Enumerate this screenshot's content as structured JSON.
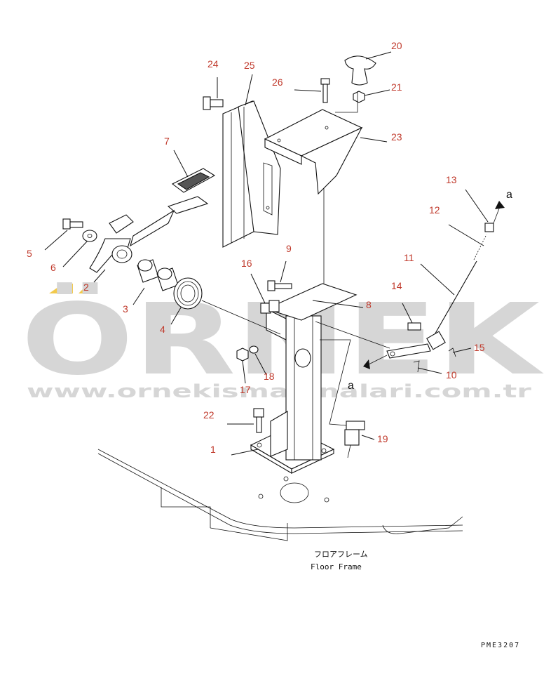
{
  "watermark": {
    "brand": "ÖRNEK",
    "url": "www.ornekismakinalari.com.tr",
    "accent_color": "#f2c94c",
    "text_color": "#d6d6d6"
  },
  "callouts": [
    {
      "id": "1",
      "label": "1"
    },
    {
      "id": "2",
      "label": "2"
    },
    {
      "id": "3",
      "label": "3"
    },
    {
      "id": "4",
      "label": "4"
    },
    {
      "id": "5",
      "label": "5"
    },
    {
      "id": "6",
      "label": "6"
    },
    {
      "id": "7",
      "label": "7"
    },
    {
      "id": "8",
      "label": "8"
    },
    {
      "id": "9",
      "label": "9"
    },
    {
      "id": "10",
      "label": "10"
    },
    {
      "id": "11",
      "label": "11"
    },
    {
      "id": "12",
      "label": "12"
    },
    {
      "id": "13",
      "label": "13"
    },
    {
      "id": "14",
      "label": "14"
    },
    {
      "id": "15",
      "label": "15"
    },
    {
      "id": "16",
      "label": "16"
    },
    {
      "id": "17",
      "label": "17"
    },
    {
      "id": "18",
      "label": "18"
    },
    {
      "id": "19",
      "label": "19"
    },
    {
      "id": "20",
      "label": "20"
    },
    {
      "id": "21",
      "label": "21"
    },
    {
      "id": "22",
      "label": "22"
    },
    {
      "id": "23",
      "label": "23"
    },
    {
      "id": "24",
      "label": "24"
    },
    {
      "id": "25",
      "label": "25"
    },
    {
      "id": "26",
      "label": "26"
    }
  ],
  "connection_marks": [
    "a",
    "a"
  ],
  "floor_frame": {
    "japanese": "フロアフレーム",
    "english": "Floor Frame"
  },
  "drawing_code": "PME3207",
  "colors": {
    "callout": "#c0392b",
    "line": "#111111"
  }
}
